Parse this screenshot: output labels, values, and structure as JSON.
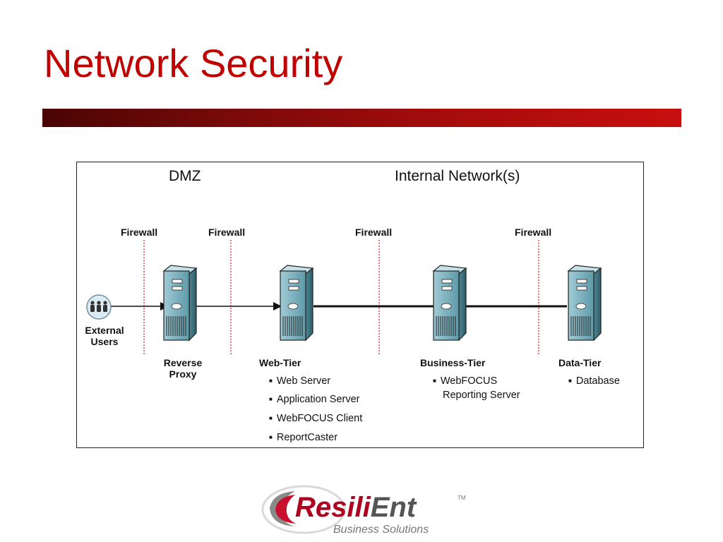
{
  "slide": {
    "title": "Network Security"
  },
  "diagram": {
    "zones": {
      "dmz": "DMZ",
      "internal": "Internal Network(s)"
    },
    "firewall_label": "Firewall",
    "external_users": {
      "line1": "External",
      "line2": "Users"
    },
    "reverse_proxy": {
      "line1": "Reverse",
      "line2": "Proxy"
    },
    "web_tier": {
      "name": "Web-Tier",
      "items": [
        "Web Server",
        "Application Server",
        "WebFOCUS Client",
        "ReportCaster"
      ]
    },
    "business_tier": {
      "name": "Business-Tier",
      "items": [
        "WebFOCUS",
        "Reporting Server"
      ]
    },
    "data_tier": {
      "name": "Data-Tier",
      "items": [
        "Database"
      ]
    },
    "colors": {
      "server_teal": "#7fb6c3",
      "firewall_red": "#cc2222"
    }
  },
  "logo": {
    "brand_part1": "Resili",
    "brand_part2": "Ent",
    "tagline": "Business Solutions",
    "tm": "TM"
  },
  "icons": [
    "users-icon",
    "server-icon",
    "arrow-right-icon",
    "logo-swoosh-icon"
  ]
}
